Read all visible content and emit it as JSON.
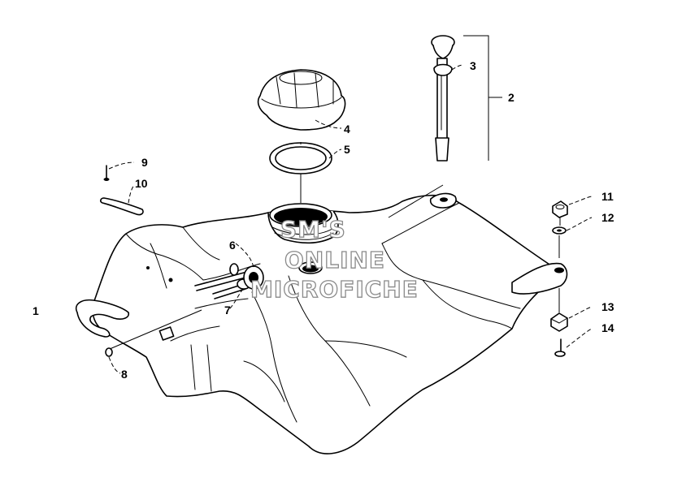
{
  "callouts": {
    "c1": "1",
    "c2": "2",
    "c3": "3",
    "c4": "4",
    "c5": "5",
    "c6": "6",
    "c7": "7",
    "c8": "8",
    "c9": "9",
    "c10": "10",
    "c11": "11",
    "c12": "12",
    "c13": "13",
    "c14": "14"
  },
  "watermark": {
    "line1": "SM'S",
    "line2": "ONLINE",
    "line3": "MICROFICHE"
  }
}
